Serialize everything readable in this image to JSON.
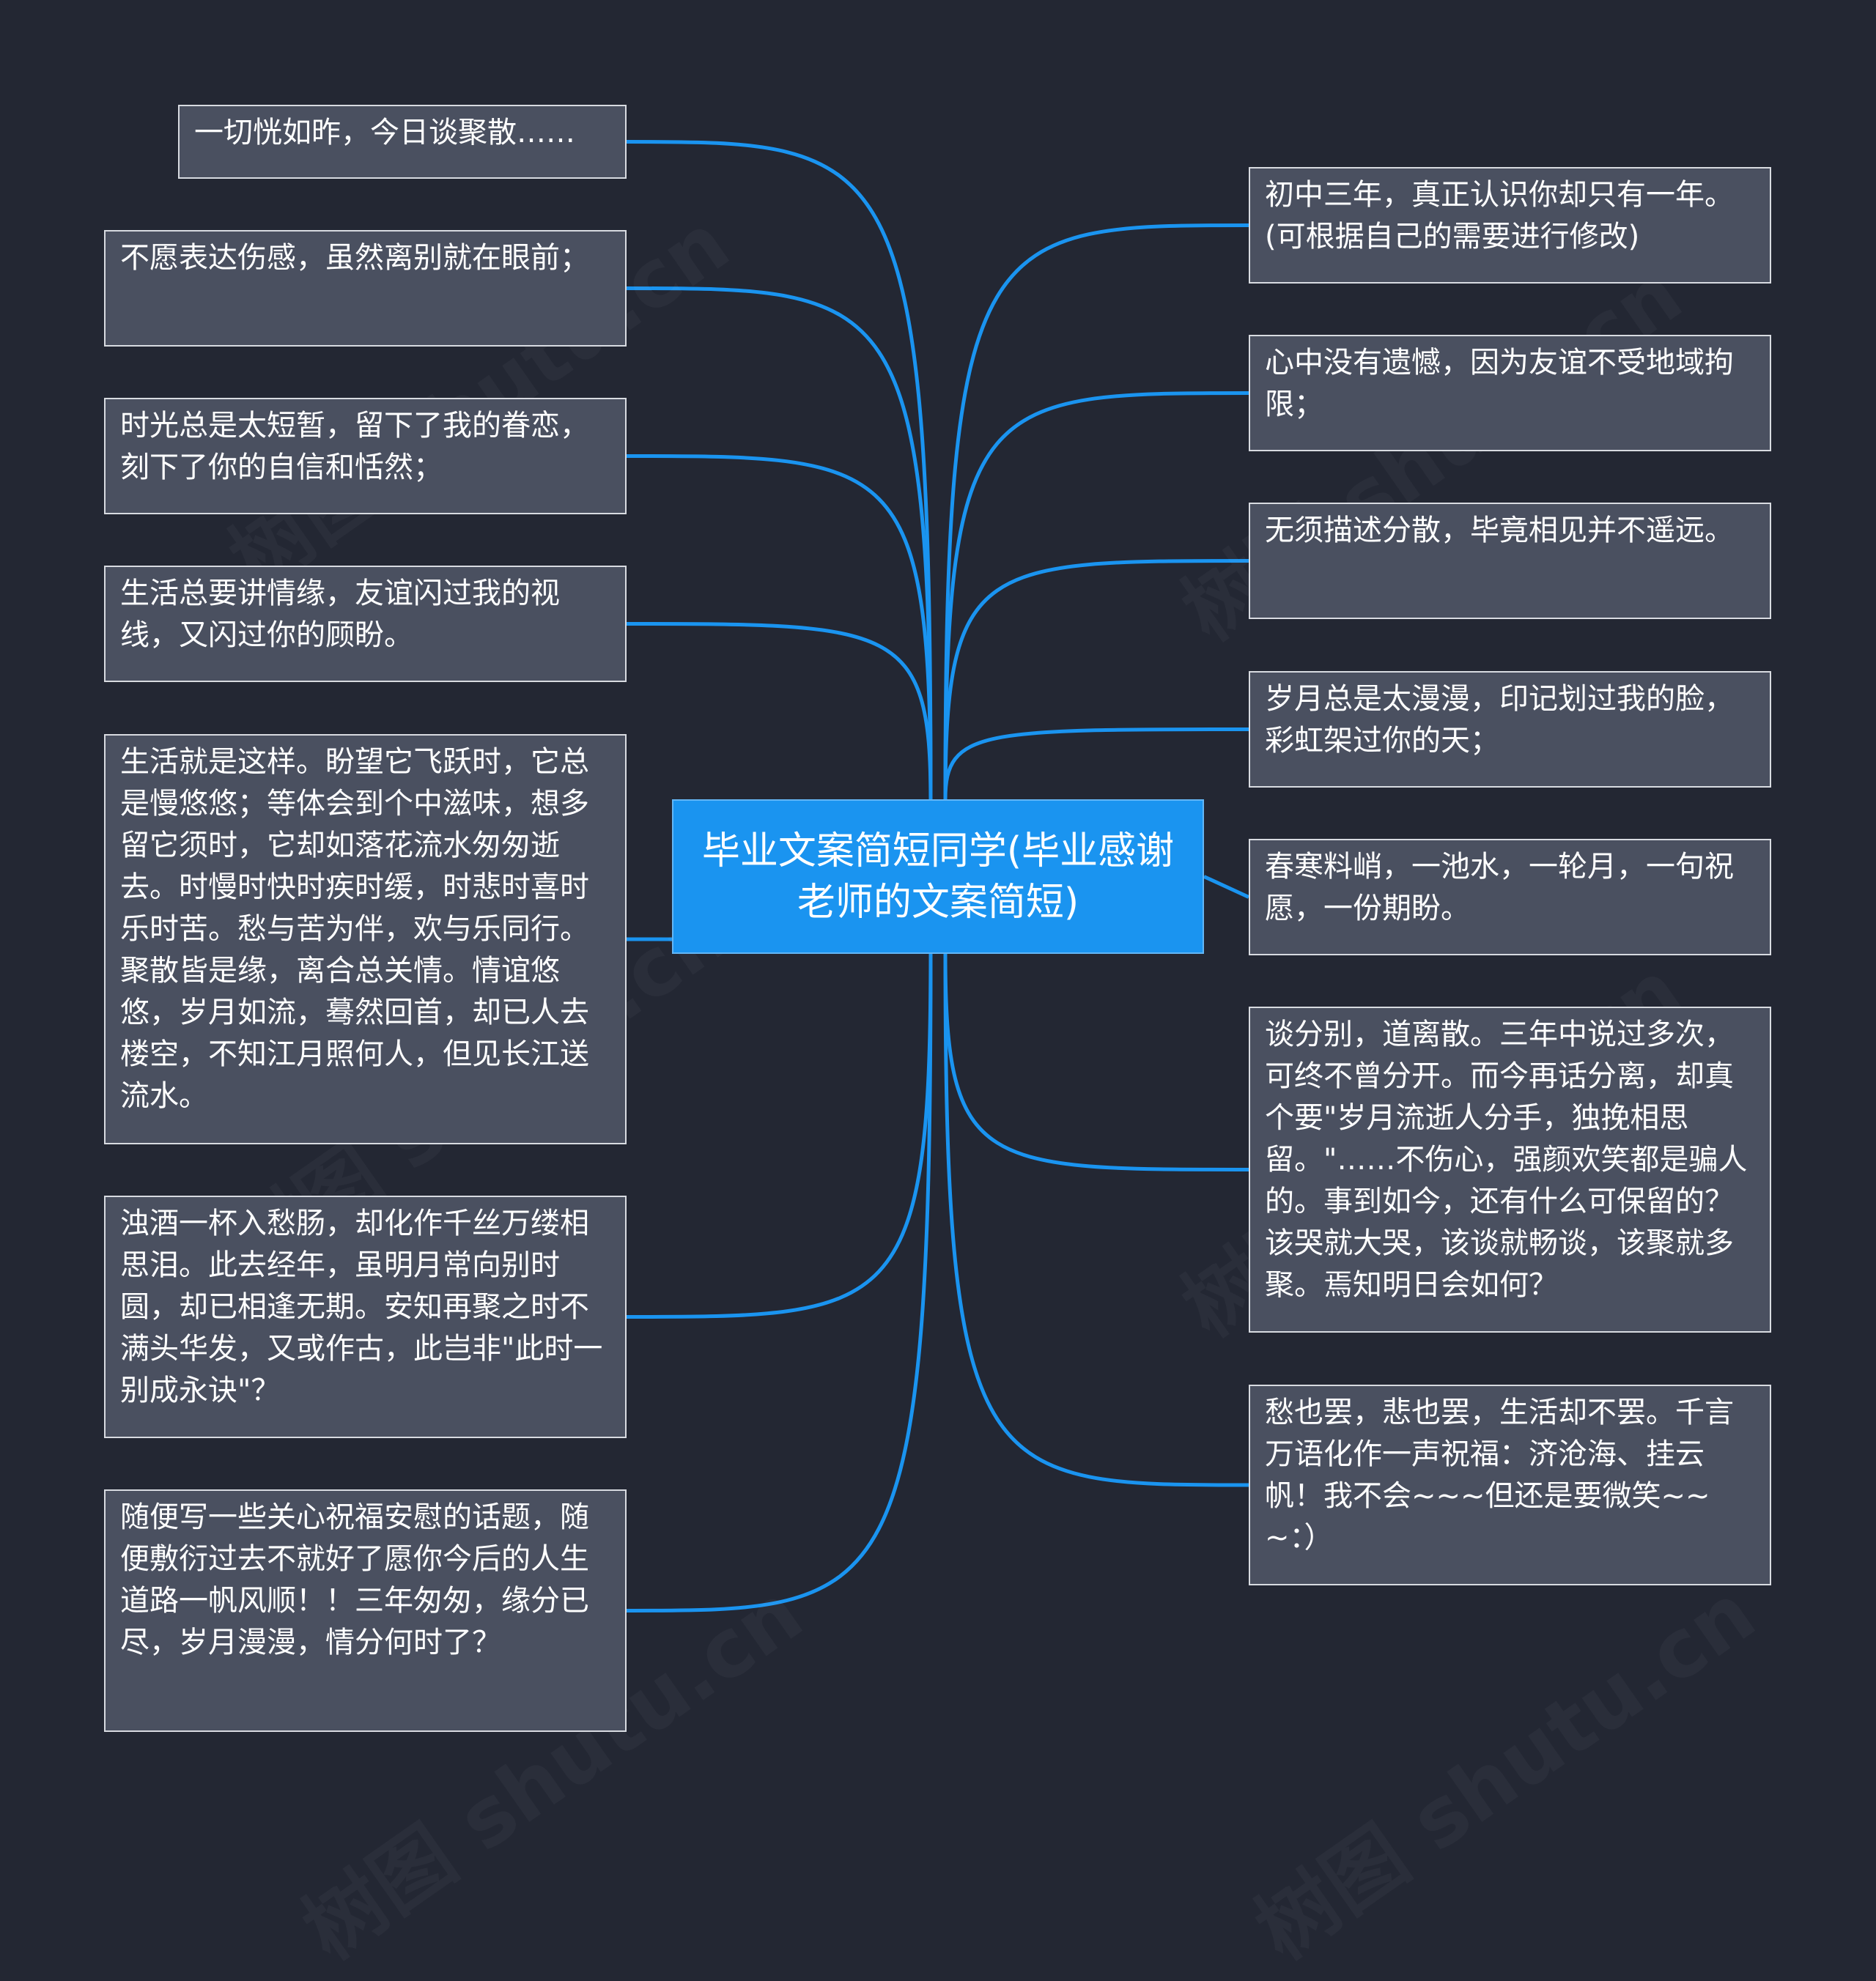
{
  "center": {
    "title": "毕业文案简短同学(毕业感谢老师的文案简短)"
  },
  "left_nodes": [
    {
      "text": "一切恍如昨，今日谈聚散……"
    },
    {
      "text": "不愿表达伤感，虽然离别就在眼前；"
    },
    {
      "text": "时光总是太短暂，留下了我的眷恋，刻下了你的自信和恬然；"
    },
    {
      "text": "生活总要讲情缘，友谊闪过我的视线，又闪过你的顾盼。"
    },
    {
      "text": "生活就是这样。盼望它飞跃时，它总是慢悠悠；等体会到个中滋味，想多留它须时，它却如落花流水匆匆逝去。时慢时快时疾时缓，时悲时喜时乐时苦。愁与苦为伴，欢与乐同行。聚散皆是缘，离合总关情。情谊悠悠，岁月如流，蓦然回首，却已人去楼空，不知江月照何人，但见长江送流水。"
    },
    {
      "text": "浊酒一杯入愁肠，却化作千丝万缕相思泪。此去经年，虽明月常向别时圆，却已相逢无期。安知再聚之时不满头华发，又或作古，此岂非\"此时一别成永诀\"？"
    },
    {
      "text": "随便写一些关心祝福安慰的话题，随便敷衍过去不就好了愿你今后的人生道路一帆风顺！！三年匆匆，缘分已尽，岁月漫漫，情分何时了？"
    }
  ],
  "right_nodes": [
    {
      "text": "初中三年，真正认识你却只有一年。(可根据自己的需要进行修改)"
    },
    {
      "text": "心中没有遗憾，因为友谊不受地域拘限；"
    },
    {
      "text": "无须描述分散，毕竟相见并不遥远。"
    },
    {
      "text": "岁月总是太漫漫，印记划过我的脸，彩虹架过你的天；"
    },
    {
      "text": "春寒料峭，一池水，一轮月，一句祝愿，一份期盼。"
    },
    {
      "text": "谈分别，道离散。三年中说过多次，可终不曾分开。而今再话分离，却真个要\"岁月流逝人分手，独挽相思留。\"……不伤心，强颜欢笑都是骗人的。事到如今，还有什么可保留的？该哭就大哭，该谈就畅谈，该聚就多聚。焉知明日会如何？"
    },
    {
      "text": "愁也罢，悲也罢，生活却不罢。千言万语化作一声祝福：济沧海、挂云帆！我不会~~~但还是要微笑~~~：）"
    }
  ],
  "colors": {
    "background": "#232733",
    "connector": "#1a94f0",
    "center_fill": "#1a94f0",
    "node_fill": "#4a5060",
    "node_border": "#d8dbe1"
  },
  "watermark": "树图 shutu.cn"
}
